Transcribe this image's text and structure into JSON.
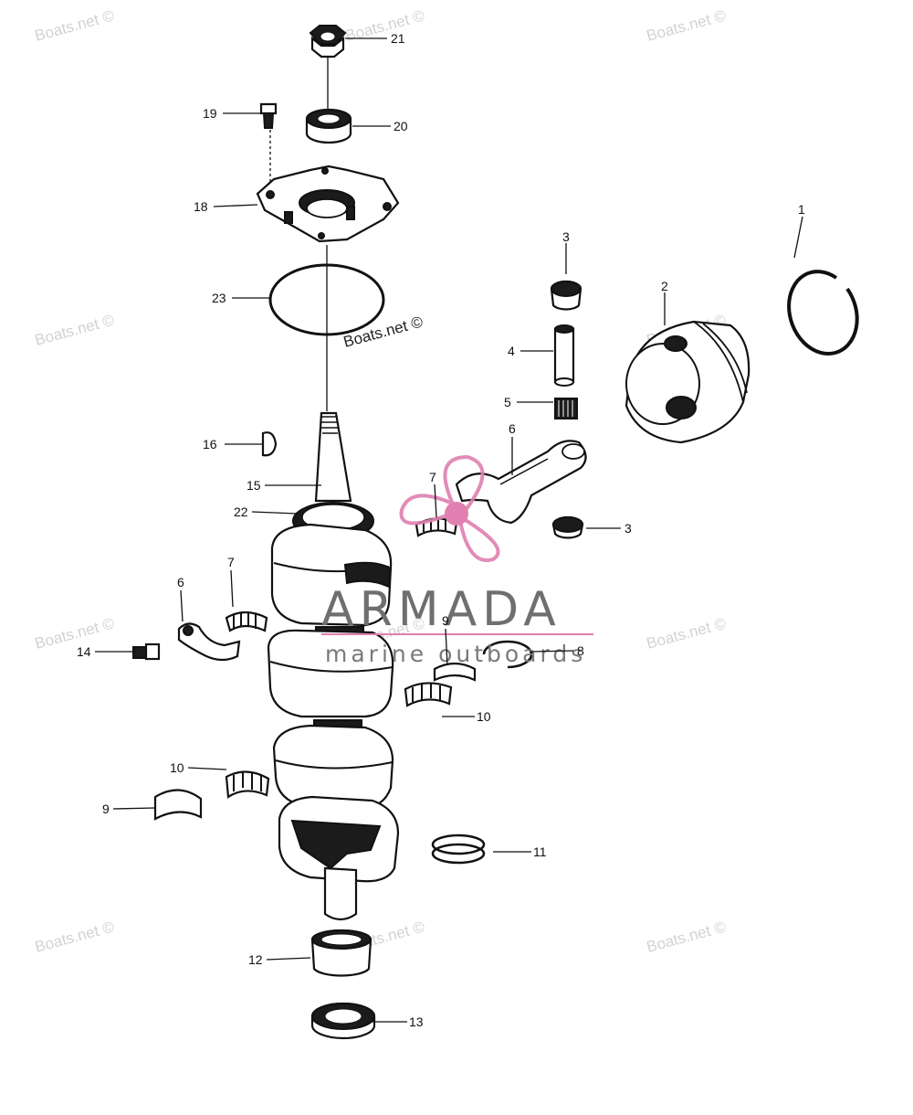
{
  "watermarks": {
    "text": "Boats.net ©",
    "dark_text": "Boats.net ©"
  },
  "brand": {
    "name": "ARMADA",
    "tagline": "marine outboards",
    "accent_color": "#e07fb0"
  },
  "callouts": {
    "c1": "1",
    "c2": "2",
    "c3a": "3",
    "c3b": "3",
    "c4": "4",
    "c5": "5",
    "c6a": "6",
    "c6b": "6",
    "c7a": "7",
    "c7b": "7",
    "c8": "8",
    "c9a": "9",
    "c9b": "9",
    "c10a": "10",
    "c10b": "10",
    "c11": "11",
    "c12": "12",
    "c13": "13",
    "c14": "14",
    "c15": "15",
    "c16": "16",
    "c18": "18",
    "c19": "19",
    "c20": "20",
    "c21": "21",
    "c22": "22",
    "c23": "23"
  }
}
